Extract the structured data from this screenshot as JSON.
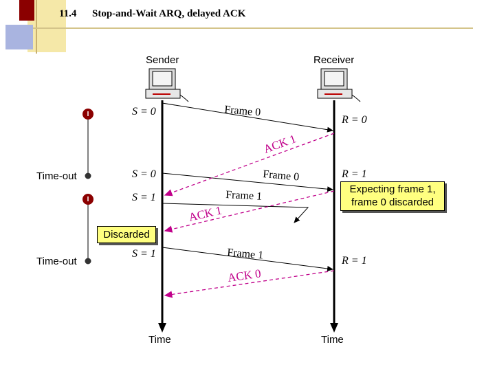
{
  "header": {
    "section_number": "11.4",
    "title": "Stop-and-Wait ARQ, delayed ACK"
  },
  "colors": {
    "ack": "#c0008a",
    "note_bg": "#ffff80",
    "deco_red": "#8b0000",
    "deco_blue": "#a9b4e0",
    "deco_yellow": "#f5e8a8"
  },
  "diagram": {
    "sender_label": "Sender",
    "receiver_label": "Receiver",
    "time_label_sender": "Time",
    "time_label_receiver": "Time",
    "timer_events": {
      "timeout_1": "Time-out",
      "timeout_2": "Time-out"
    },
    "sender_states": [
      "S = 0",
      "S = 0",
      "S = 1",
      "S = 1"
    ],
    "receiver_states": [
      "R = 0",
      "R = 1",
      "R = 1"
    ],
    "frames": [
      "Frame 0",
      "Frame 0",
      "Frame 1",
      "Frame 1"
    ],
    "acks": [
      "ACK 1",
      "ACK 1",
      "ACK 0"
    ],
    "notes": {
      "expecting": [
        "Expecting frame 1,",
        "frame 0 discarded"
      ],
      "discarded": "Discarded"
    }
  }
}
